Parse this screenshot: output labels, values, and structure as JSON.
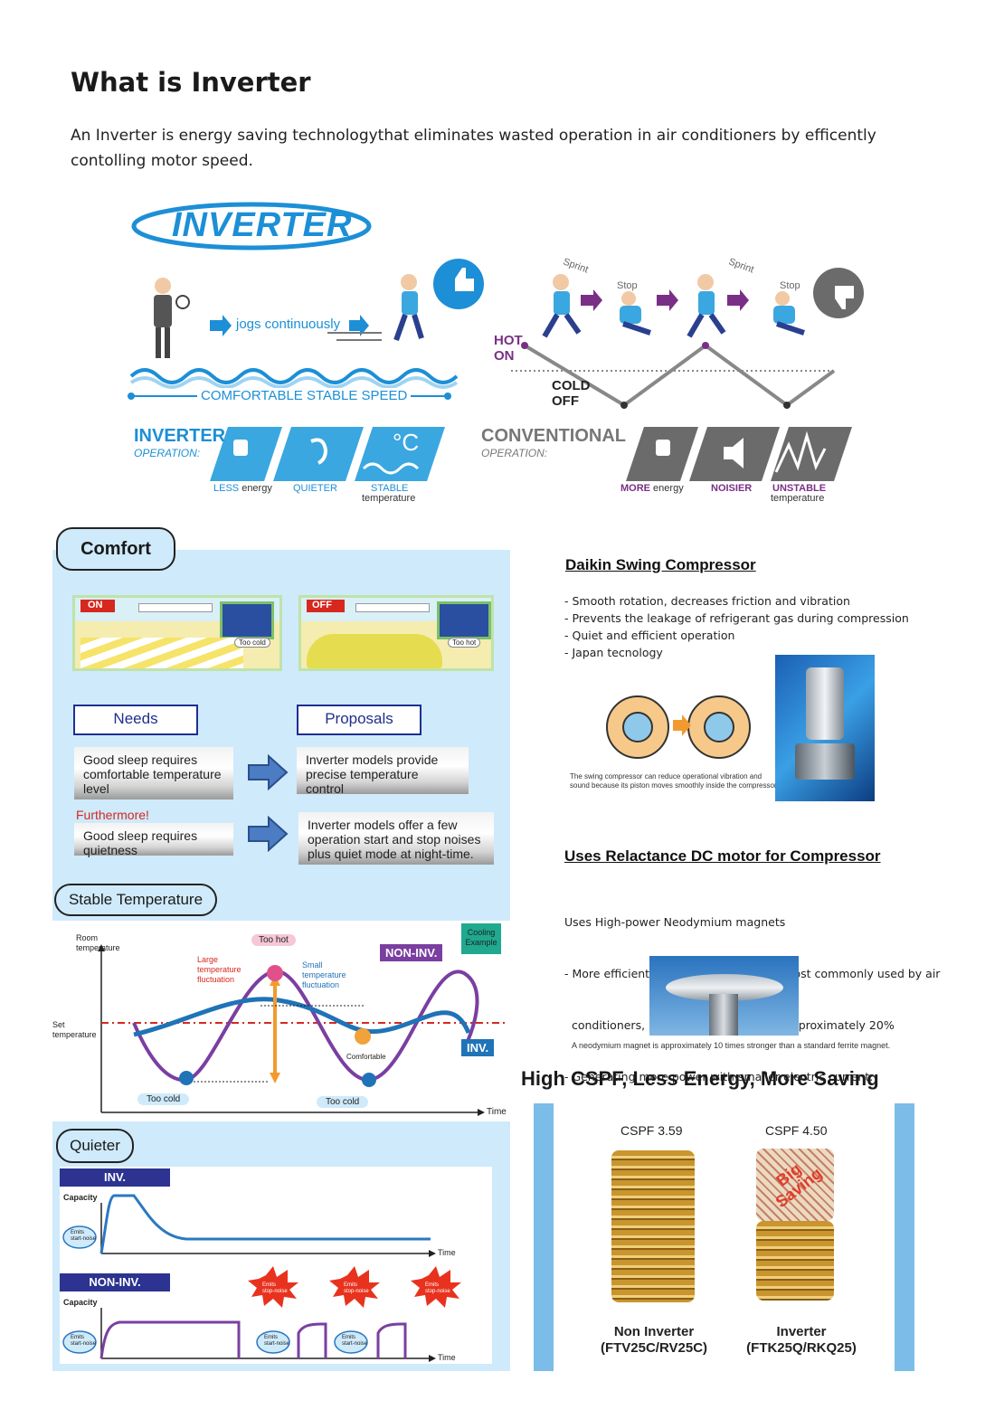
{
  "heading": "What is Inverter",
  "intro": "An Inverter is energy saving technologythat eliminates wasted operation in air conditioners by efficently contolling motor speed.",
  "banner": {
    "logo": "INVERTER",
    "jogs": "jogs continuously",
    "stable_speed": "COMFORTABLE STABLE SPEED",
    "sprint1": "Sprint",
    "stop1": "Stop",
    "sprint2": "Sprint",
    "stop2": "Stop",
    "hot": "HOT",
    "on": "ON",
    "cold": "COLD",
    "off": "OFF",
    "inv_op_title": "INVERTER",
    "inv_op_sub": "OPERATION:",
    "inv_less_a": "LESS",
    "inv_less_b": " energy",
    "inv_quieter": "QUIETER",
    "inv_stable_a": "STABLE",
    "inv_stable_b": "temperature",
    "inv_celsius": "°C",
    "conv_op_title": "CONVENTIONAL",
    "conv_op_sub": "OPERATION:",
    "conv_more_a": "MORE",
    "conv_more_b": " energy",
    "conv_noisier": "NOISIER",
    "conv_unstable_a": "UNSTABLE",
    "conv_unstable_b": "temperature"
  },
  "comfort": {
    "tab": "Comfort",
    "on": "ON",
    "off": "OFF",
    "too_cold": "Too cold",
    "too_hot": "Too hot",
    "needs": "Needs",
    "proposals": "Proposals",
    "need1": "Good sleep requires comfortable temperature level",
    "prop1": "Inverter models provide precise temperature control",
    "furthermore": "Furthermore!",
    "need2": "Good sleep requires quietness",
    "prop2": "Inverter models offer a few operation start and stop noises plus quiet mode at night-time."
  },
  "stable": {
    "tab": "Stable Temperature",
    "room_temp_a": "Room",
    "room_temp_b": "temperature",
    "set_temp_a": "Set",
    "set_temp_b": "temperature",
    "large_a": "Large",
    "large_b": "temperature",
    "large_c": "fluctuation",
    "small_a": "Small",
    "small_b": "temperature",
    "small_c": "fluctuation",
    "too_hot": "Too hot",
    "non_inv": "NON-INV.",
    "inv": "INV.",
    "cooling_a": "Cooling",
    "cooling_b": "Example",
    "comfortable": "Comfortable",
    "too_cold_1": "Too cold",
    "too_cold_2": "Too cold",
    "time": "Time"
  },
  "quieter": {
    "tab": "Quieter",
    "inv": "INV.",
    "non_inv": "NON-INV.",
    "capacity": "Capacity",
    "time": "Time",
    "emits_start_a": "Emits",
    "emits_start_b": "start-noise",
    "emits_stop_a": "Emits",
    "emits_stop_b": "stop-noise"
  },
  "swing": {
    "heading": "Daikin Swing Compressor",
    "bullets": [
      "- Smooth rotation, decreases friction and vibration",
      "- Prevents the leakage of refrigerant gas during compression",
      "- Quiet and efficient operation",
      "- Japan tecnology"
    ],
    "caption_a": "The swing compressor can reduce operational vibration and",
    "caption_b": "sound because its piston moves smoothly inside the compressor."
  },
  "reluctance": {
    "heading": "Uses Relactance DC motor for Compressor",
    "lines": [
      "Uses High-power Neodymium magnets",
      "- More efficient at the low frequencies most commonly used by air",
      "  conditioners, improving efficiency by approximately 20%",
      "- Generating more power with smaller electric current."
    ],
    "caption": "A neodymium magnet is approximately 10 times stronger than a standard ferrite magnet."
  },
  "cspf": {
    "heading": "High CSPF, Less Energy, More Saving",
    "left_value": "CSPF 3.59",
    "right_value": "CSPF 4.50",
    "big_saving_a": "Big",
    "big_saving_b": "Saving",
    "left_name": "Non Inverter",
    "left_model": "(FTV25C/RV25C)",
    "right_name": "Inverter",
    "right_model": "(FTK25Q/RKQ25)"
  },
  "colors": {
    "accent_blue": "#1c8fd6",
    "navy": "#1f2f8f",
    "purple": "#7a3fa0",
    "gray": "#6b6b6b",
    "panel": "#cfeafb"
  }
}
